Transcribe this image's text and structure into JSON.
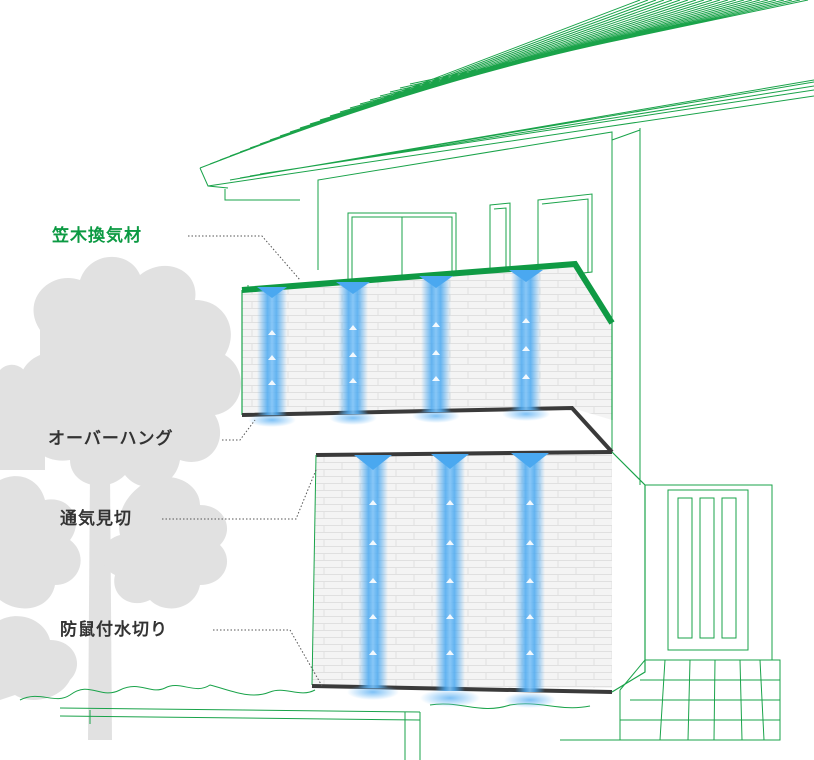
{
  "labels": {
    "kasagi": "笠木換気材",
    "overhang": "オーバーハング",
    "tsuki_mikiri": "通気見切",
    "mizukiri": "防鼠付水切り"
  },
  "colors": {
    "line_green": "#1aa34a",
    "kasagi_green": "#0f9a44",
    "kasagi_label": "#0c9a43",
    "label_text": "#333333",
    "airflow_blue": "#4aa8f0",
    "dark_edge": "#3a3a3a",
    "tree_gray": "#d6d6d6",
    "wall_brick": "#f3f3f3"
  },
  "airflow": {
    "direction": "up"
  }
}
